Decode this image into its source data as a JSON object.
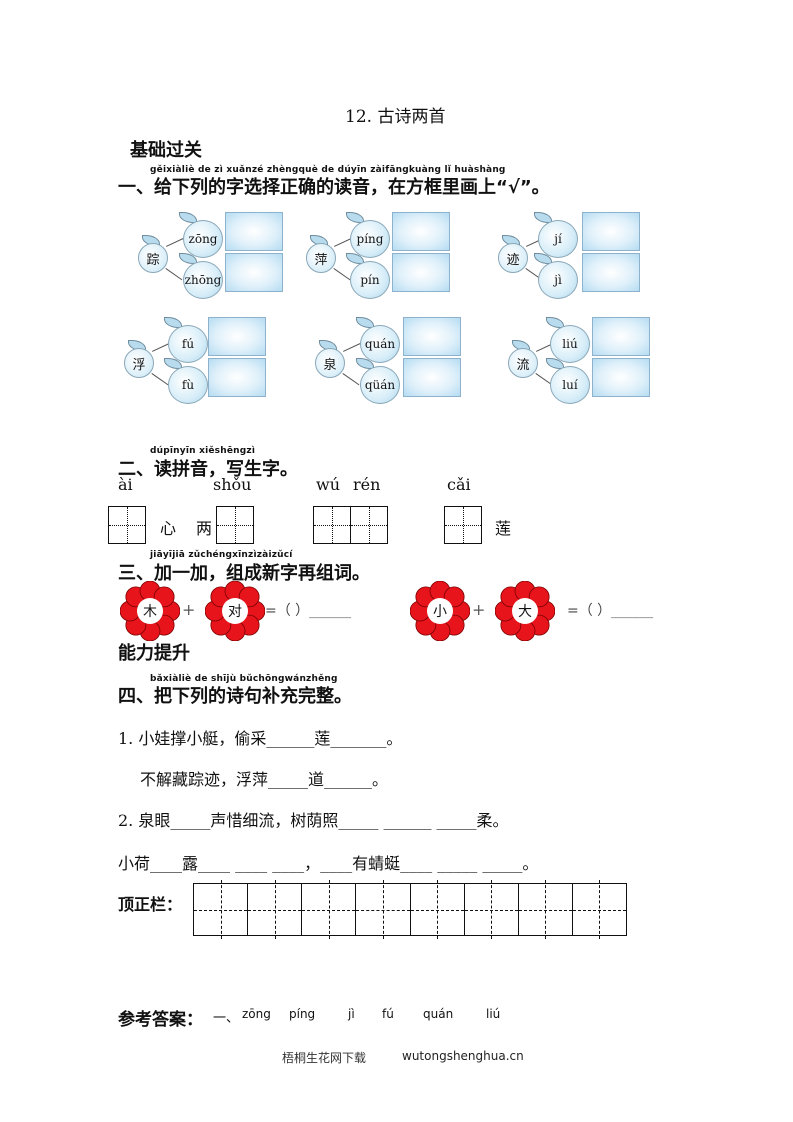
{
  "title": "12.  古诗两首",
  "section_basic": "基础过关",
  "q1": {
    "pinyin": "gěixiàliè de zì xuǎnzé zhèngquè de dúyīn  zàifāngkuàng lǐ huàshàng",
    "heading": "一、给下列的字选择正确的读音，在方框里画上“√”。",
    "items": [
      {
        "char": "踪",
        "options": [
          "zōng",
          "zhōng"
        ]
      },
      {
        "char": "萍",
        "options": [
          "píng",
          "pín"
        ]
      },
      {
        "char": "迹",
        "options": [
          "jí",
          "jì"
        ]
      },
      {
        "char": "浮",
        "options": [
          "fú",
          "fù"
        ]
      },
      {
        "char": "泉",
        "options": [
          "quán",
          "qüán"
        ]
      },
      {
        "char": "流",
        "options": [
          "liú",
          "luí"
        ]
      }
    ]
  },
  "q2": {
    "pinyin": "dúpīnyīn  xiěshēngzì",
    "heading": "二、读拼音，写生字。",
    "pinyin_labels": [
      "ài",
      "shǒu",
      "wú",
      "rén",
      "cǎi"
    ],
    "chars": [
      "心",
      "两",
      "莲"
    ]
  },
  "q3": {
    "pinyin": "jiāyījiā  zǔchéngxīnzìzàizǔcí",
    "heading": "三、加一加，组成新字再组词。",
    "pairs": [
      [
        "木",
        "对"
      ],
      [
        "小",
        "大"
      ]
    ],
    "plus": "+",
    "equals": "=（      ）______"
  },
  "section_advanced": "能力提升",
  "q4": {
    "pinyin": "bǎxiàliè de shījù bǔchōngwánzhěng",
    "heading": "四、把下列的诗句补充完整。",
    "lines": [
      "1. 小娃撑小艇，偷采______莲_______。",
      "不解藏踪迹，浮萍_____道______。",
      "2. 泉眼_____声惜细流，树荫照_____ ______ _____柔。",
      "小荷____露____ ____  ____，____有蜻蜓____  _____  _____。"
    ]
  },
  "correction_label": "顶正栏：",
  "answers": {
    "label": "参考答案：",
    "prefix": "一、",
    "values": [
      "zōng",
      "píng",
      "jì",
      "fú",
      "quán",
      "liú"
    ]
  },
  "footer": {
    "site_cn": "梧桐生花网下载",
    "site_url": "wutongshenghua.cn"
  },
  "colors": {
    "flower": "#e8141c",
    "box": "#cfe8f6"
  }
}
